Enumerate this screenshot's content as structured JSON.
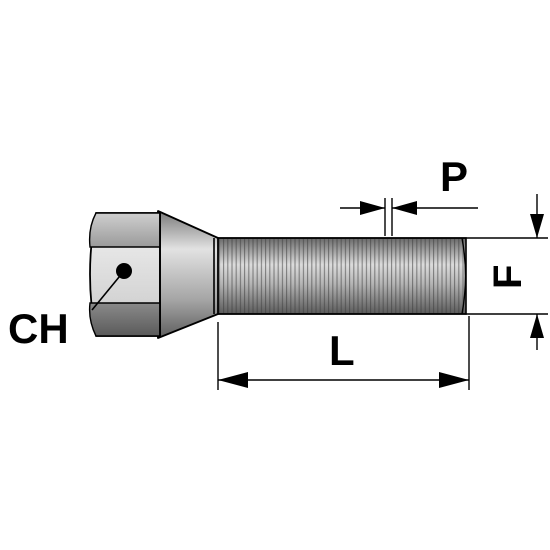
{
  "labels": {
    "hex": "CH",
    "pitch": "P",
    "length": "L",
    "diameter": "F"
  },
  "colors": {
    "background": "#ffffff",
    "metal_dark": "#6e6e6e",
    "metal_mid": "#a9a9a9",
    "metal_light": "#d9d9d9",
    "outline": "#000000"
  }
}
